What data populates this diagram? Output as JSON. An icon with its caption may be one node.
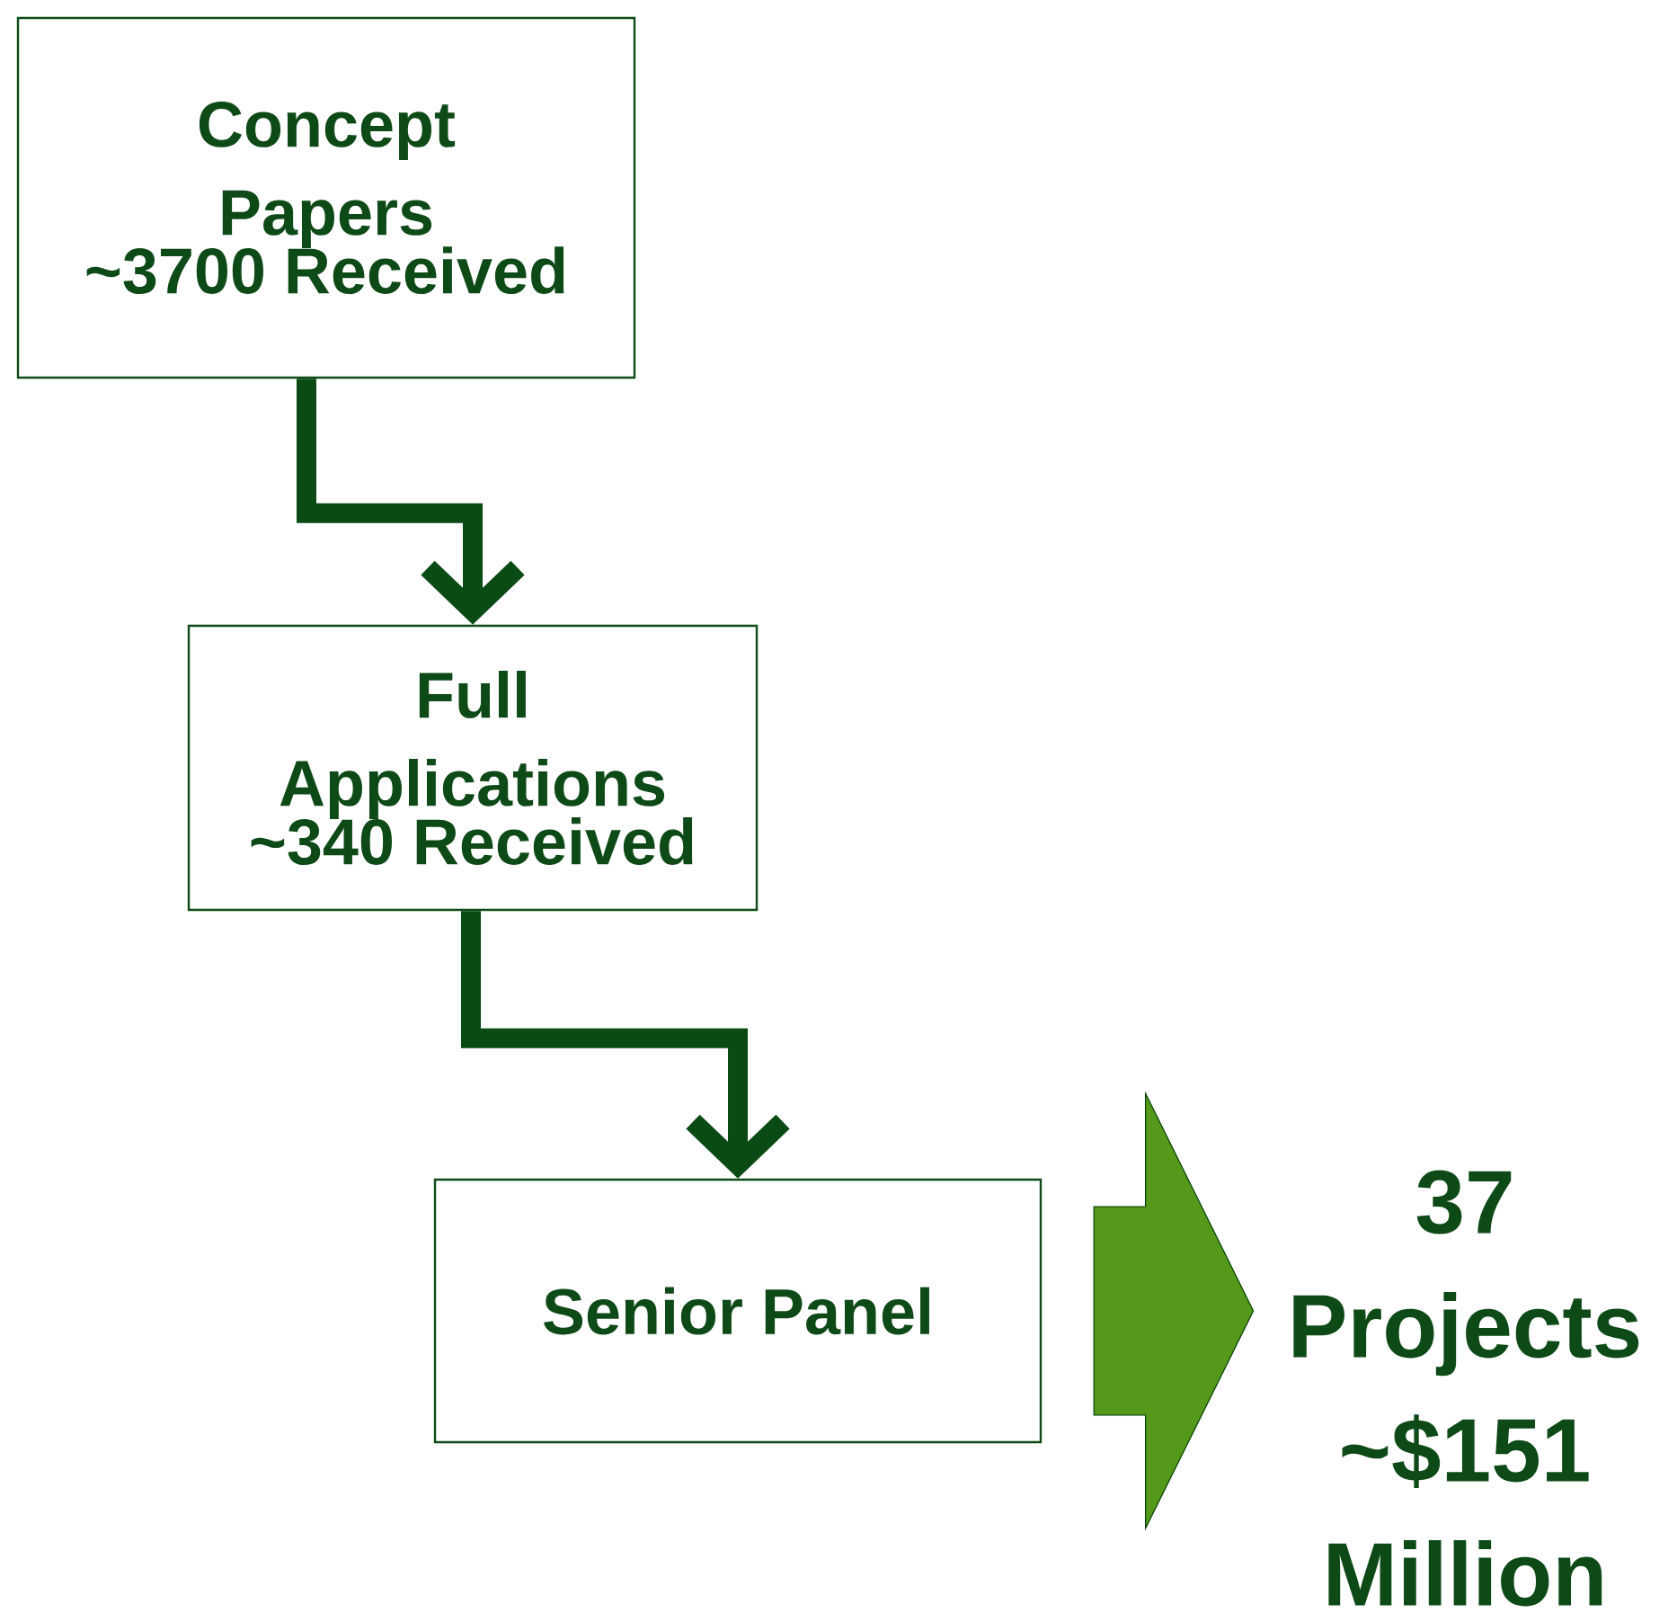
{
  "diagram": {
    "nodes": [
      {
        "text": [
          "Concept Papers",
          "~3700 Received"
        ]
      },
      {
        "text": [
          "Full Applications",
          "~340 Received"
        ]
      },
      {
        "text": [
          "Senior Panel"
        ]
      },
      {
        "text": [
          "37 Projects ~$151 Million"
        ]
      }
    ],
    "edges": [
      {
        "from": 0,
        "to": 1,
        "arrow": "to"
      },
      {
        "from": 1,
        "to": 2,
        "arrow": "to"
      },
      {
        "from": 2,
        "to": 3,
        "arrow": "to",
        "style": "thick",
        "color": "#55991b"
      }
    ]
  }
}
